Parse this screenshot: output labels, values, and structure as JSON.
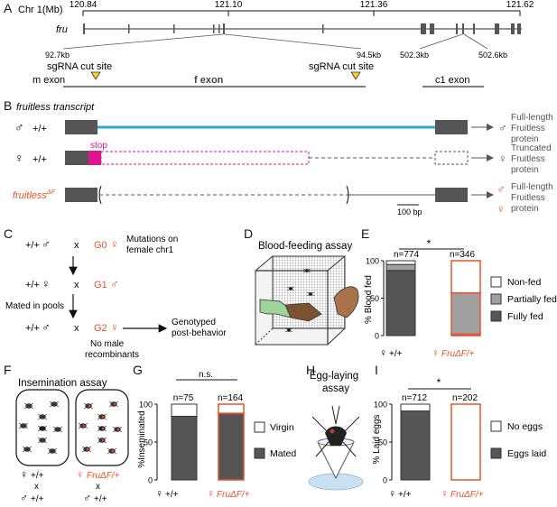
{
  "colors": {
    "orange": "#e8542a",
    "blue": "#2aa8d8",
    "magenta": "#e0148c",
    "dark": "#555555",
    "mid": "#a0a0a0",
    "white": "#ffffff"
  },
  "panels": {
    "A": "A",
    "B": "B",
    "C": "C",
    "D": "D",
    "E": "E",
    "F": "F",
    "G": "G",
    "H": "H",
    "I": "I"
  },
  "panelA": {
    "chr_label": "Chr 1(Mb)",
    "ticks": [
      "120.84",
      "121.10",
      "121.36",
      "121.62"
    ],
    "gene": "fru",
    "zoom_left": [
      "92.7kb",
      "94.5kb"
    ],
    "zoom_right": [
      "502.3kb",
      "502.6kb"
    ],
    "cut1": "sgRNA cut site",
    "cut2": "sgRNA cut site",
    "m_exon": "m exon",
    "f_exon": "f exon",
    "c1_exon": "c1 exon"
  },
  "panelB": {
    "title": "fruitless transcript",
    "row1_geno": "+/+",
    "row2_geno": "+/+",
    "stop": "stop",
    "row3_label": "fruitless",
    "row3_sup": "ΔF",
    "scale": "100 bp",
    "out1": [
      "Full-length",
      "Fruitless",
      "protein"
    ],
    "out2": [
      "Truncated",
      "Fruitless",
      "protein"
    ],
    "out3": [
      "Full-length",
      "Fruitless",
      "protein"
    ]
  },
  "panelC": {
    "pp": "+/+",
    "x": "x",
    "g0": "G0",
    "g1": "G1",
    "g2": "G2",
    "note1": [
      "Mutations on",
      "female chr1"
    ],
    "note2": "Mated in pools",
    "note3": [
      "No male",
      "recombinants"
    ],
    "note4": [
      "Genotyped",
      "post-behavior"
    ]
  },
  "panelD": {
    "title": "Blood-feeding assay"
  },
  "panelE": {
    "sig": "*",
    "n": [
      "n=774",
      "n=346"
    ],
    "ylabel": "% Blood fed",
    "yticks": [
      "100",
      "50",
      "0"
    ],
    "legend": [
      "Non-fed",
      "Partially fed",
      "Fully fed"
    ],
    "xlabels": [
      "+/+",
      "FruΔF/+"
    ]
  },
  "panelF": {
    "title": "Insemination assay",
    "g1": "+/+",
    "g2": "FruΔF/+",
    "x": "x",
    "m": "+/+"
  },
  "panelG": {
    "sig": "n.s.",
    "n": [
      "n=75",
      "n=164"
    ],
    "ylabel": "%Inseminated",
    "yticks": [
      "100",
      "50",
      "0"
    ],
    "legend": [
      "Virgin",
      "Mated"
    ],
    "xlabels": [
      "+/+",
      "FruΔF/+"
    ]
  },
  "panelH": {
    "title": [
      "Egg-laying",
      "assay"
    ]
  },
  "panelI": {
    "sig": "*",
    "n": [
      "n=712",
      "n=202"
    ],
    "ylabel": "% Laid eggs",
    "yticks": [
      "100",
      "50",
      "0"
    ],
    "legend": [
      "No eggs",
      "Eggs laid"
    ],
    "xlabels": [
      "+/+",
      "FruΔF/+"
    ]
  },
  "chart_data": [
    {
      "type": "bar",
      "title": "",
      "ylabel": "% Blood fed",
      "ylim": [
        0,
        100
      ],
      "categories": [
        "+/+",
        "FruΔF/+"
      ],
      "series": [
        {
          "name": "Fully fed",
          "values": [
            87,
            2
          ]
        },
        {
          "name": "Partially fed",
          "values": [
            8,
            55
          ]
        },
        {
          "name": "Non-fed",
          "values": [
            5,
            43
          ]
        }
      ]
    },
    {
      "type": "bar",
      "title": "",
      "ylabel": "%Inseminated",
      "ylim": [
        0,
        100
      ],
      "categories": [
        "+/+",
        "FruΔF/+"
      ],
      "series": [
        {
          "name": "Mated",
          "values": [
            84,
            88
          ]
        },
        {
          "name": "Virgin",
          "values": [
            16,
            12
          ]
        }
      ]
    },
    {
      "type": "bar",
      "title": "",
      "ylabel": "% Laid eggs",
      "ylim": [
        0,
        100
      ],
      "categories": [
        "+/+",
        "FruΔF/+"
      ],
      "series": [
        {
          "name": "Eggs laid",
          "values": [
            91,
            0
          ]
        },
        {
          "name": "No eggs",
          "values": [
            9,
            100
          ]
        }
      ]
    }
  ]
}
